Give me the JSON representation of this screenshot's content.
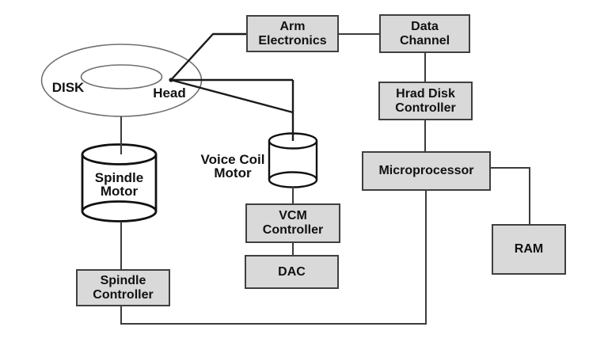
{
  "labels": {
    "disk": "DISK",
    "head": "Head",
    "spindle_motor": [
      "Spindle",
      "Motor"
    ],
    "voice_coil_motor": [
      "Voice Coil",
      "Motor"
    ]
  },
  "boxes": {
    "arm_electronics": [
      "Arm",
      "Electronics"
    ],
    "data_channel": [
      "Data",
      "Channel"
    ],
    "hard_disk_controller": [
      "Hrad Disk",
      "Controller"
    ],
    "microprocessor": [
      "Microprocessor"
    ],
    "ram": [
      "RAM"
    ],
    "vcm_controller": [
      "VCM",
      "Controller"
    ],
    "dac": [
      "DAC"
    ],
    "spindle_controller": [
      "Spindle",
      "Controller"
    ]
  },
  "colors": {
    "background": "#ffffff",
    "box_fill": "#d9d9d9",
    "box_border": "#3f3f3f",
    "connector_line": "#3c3c3c",
    "arm_line": "#1a1a1a",
    "cylinder_stroke": "#111111",
    "platter_stroke": "#707070",
    "text": "#111111"
  }
}
